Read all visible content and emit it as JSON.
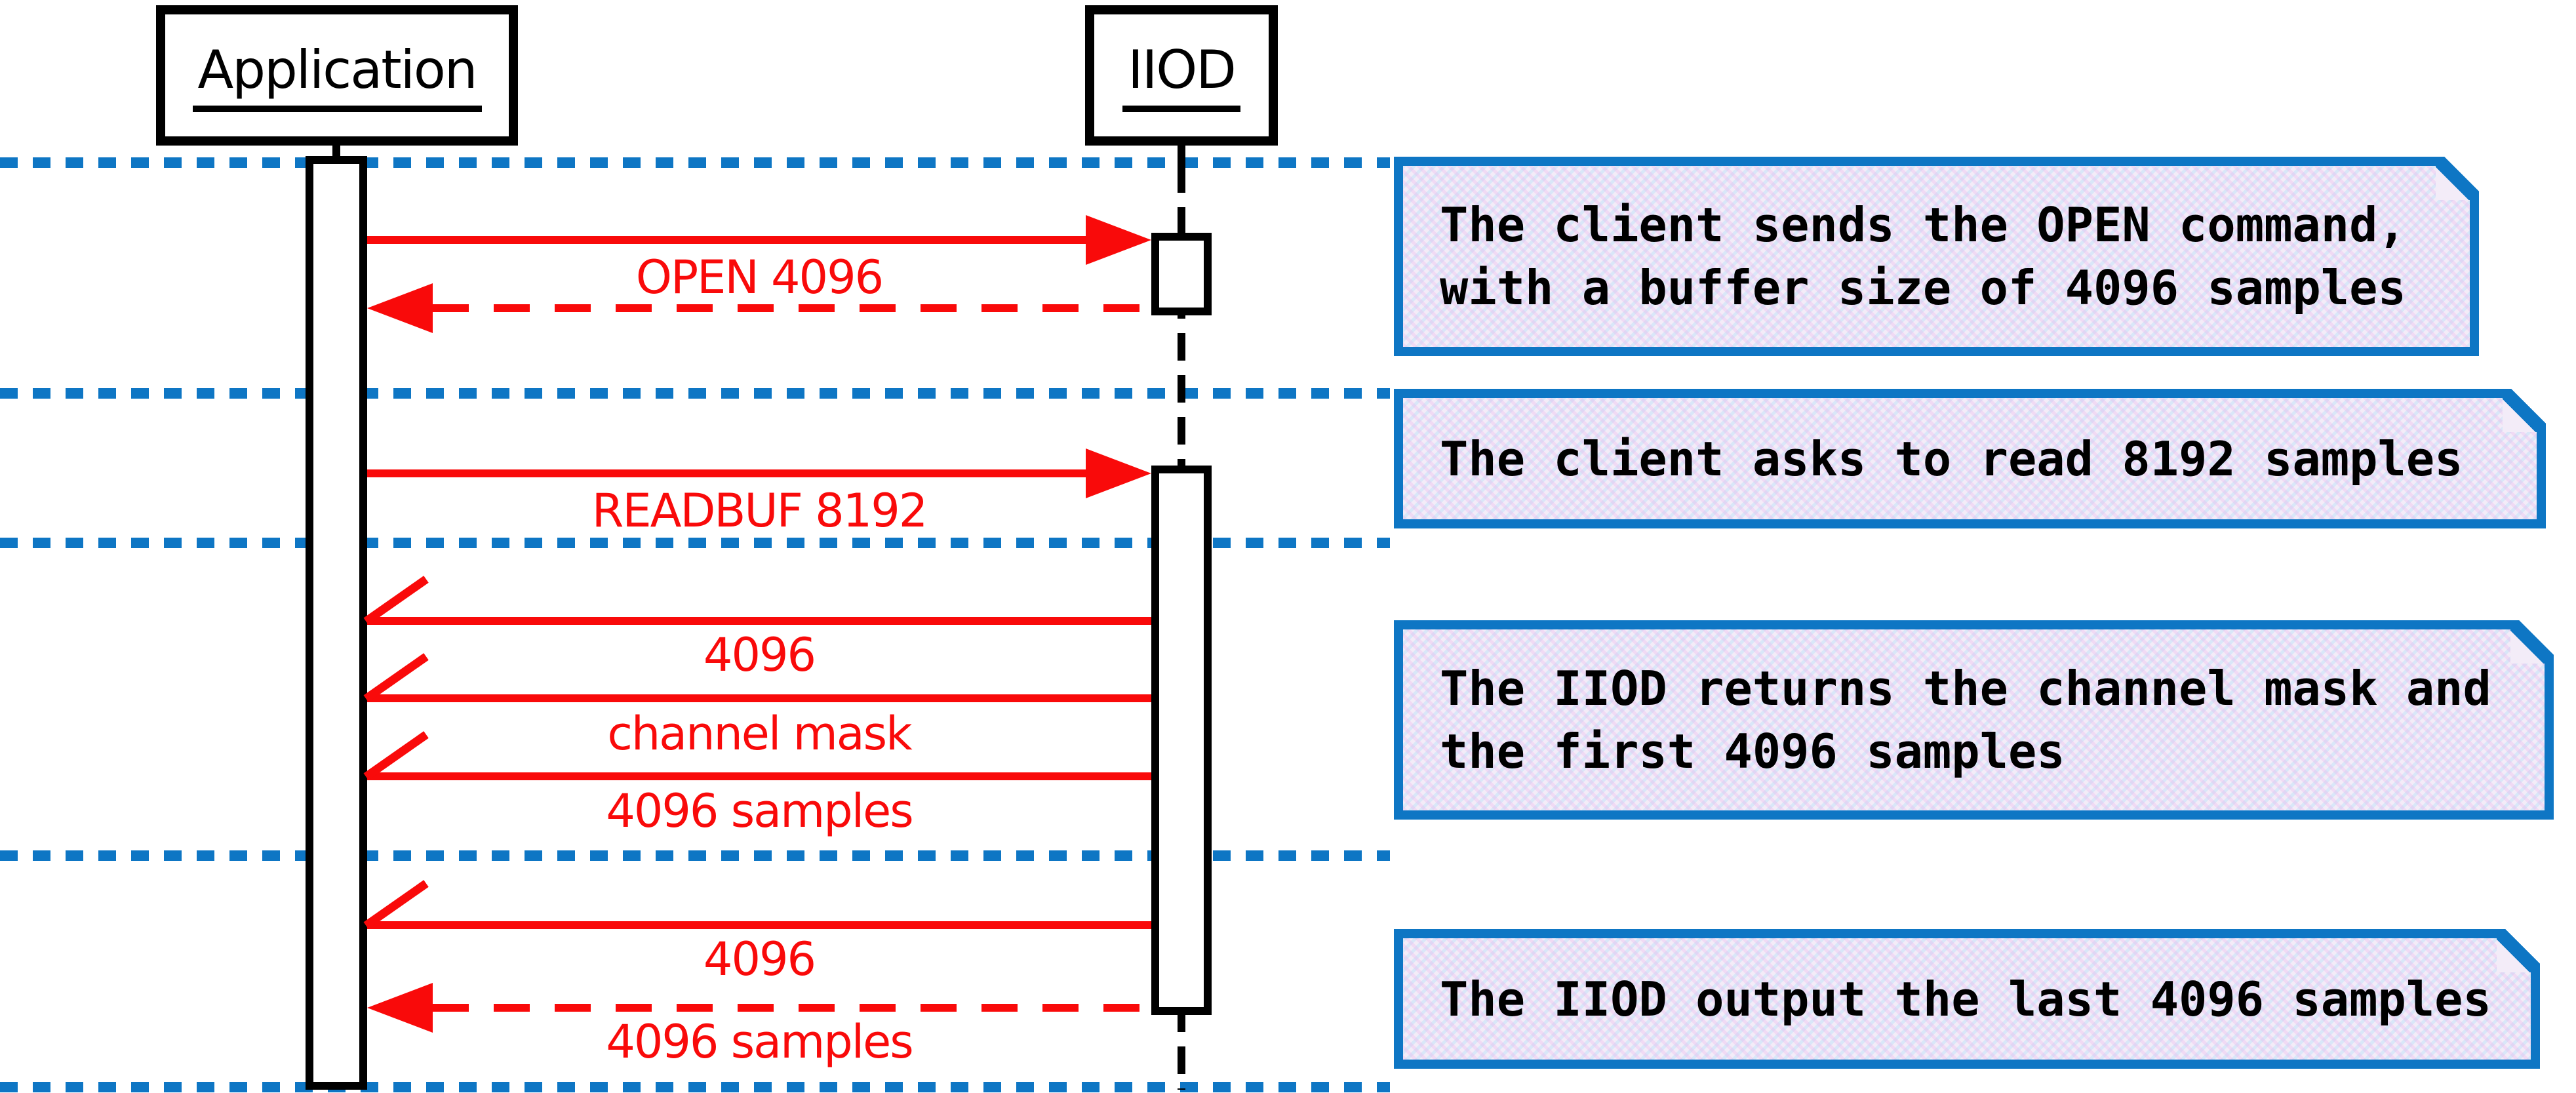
{
  "colors": {
    "red": "#f90a0a",
    "blue": "#0e76c4",
    "note_fill": "#f3ecf8",
    "black": "#000000"
  },
  "actors": [
    {
      "label": "Application"
    },
    {
      "label": "IIOD"
    }
  ],
  "messages": [
    {
      "label": "OPEN 4096",
      "from": "Application",
      "to": "IIOD",
      "line": "solid",
      "head": "filled"
    },
    {
      "label": "",
      "from": "IIOD",
      "to": "Application",
      "line": "dashed",
      "head": "filled"
    },
    {
      "label": "READBUF 8192",
      "from": "Application",
      "to": "IIOD",
      "line": "solid",
      "head": "filled"
    },
    {
      "label": "4096",
      "from": "IIOD",
      "to": "Application",
      "line": "solid",
      "head": "open"
    },
    {
      "label": "channel mask",
      "from": "IIOD",
      "to": "Application",
      "line": "solid",
      "head": "open"
    },
    {
      "label": "4096 samples",
      "from": "IIOD",
      "to": "Application",
      "line": "solid",
      "head": "open"
    },
    {
      "label": "4096",
      "from": "IIOD",
      "to": "Application",
      "line": "solid",
      "head": "open"
    },
    {
      "label": "4096 samples",
      "from": "IIOD",
      "to": "Application",
      "line": "dashed",
      "head": "filled"
    }
  ],
  "notes": [
    {
      "lines": [
        "The client sends the OPEN command,",
        "with a buffer size of 4096 samples"
      ]
    },
    {
      "lines": [
        "The client asks to read 8192 samples"
      ]
    },
    {
      "lines": [
        "The IIOD returns the channel mask and",
        "the first 4096 samples"
      ]
    },
    {
      "lines": [
        "The IIOD output the last 4096 samples"
      ]
    }
  ]
}
